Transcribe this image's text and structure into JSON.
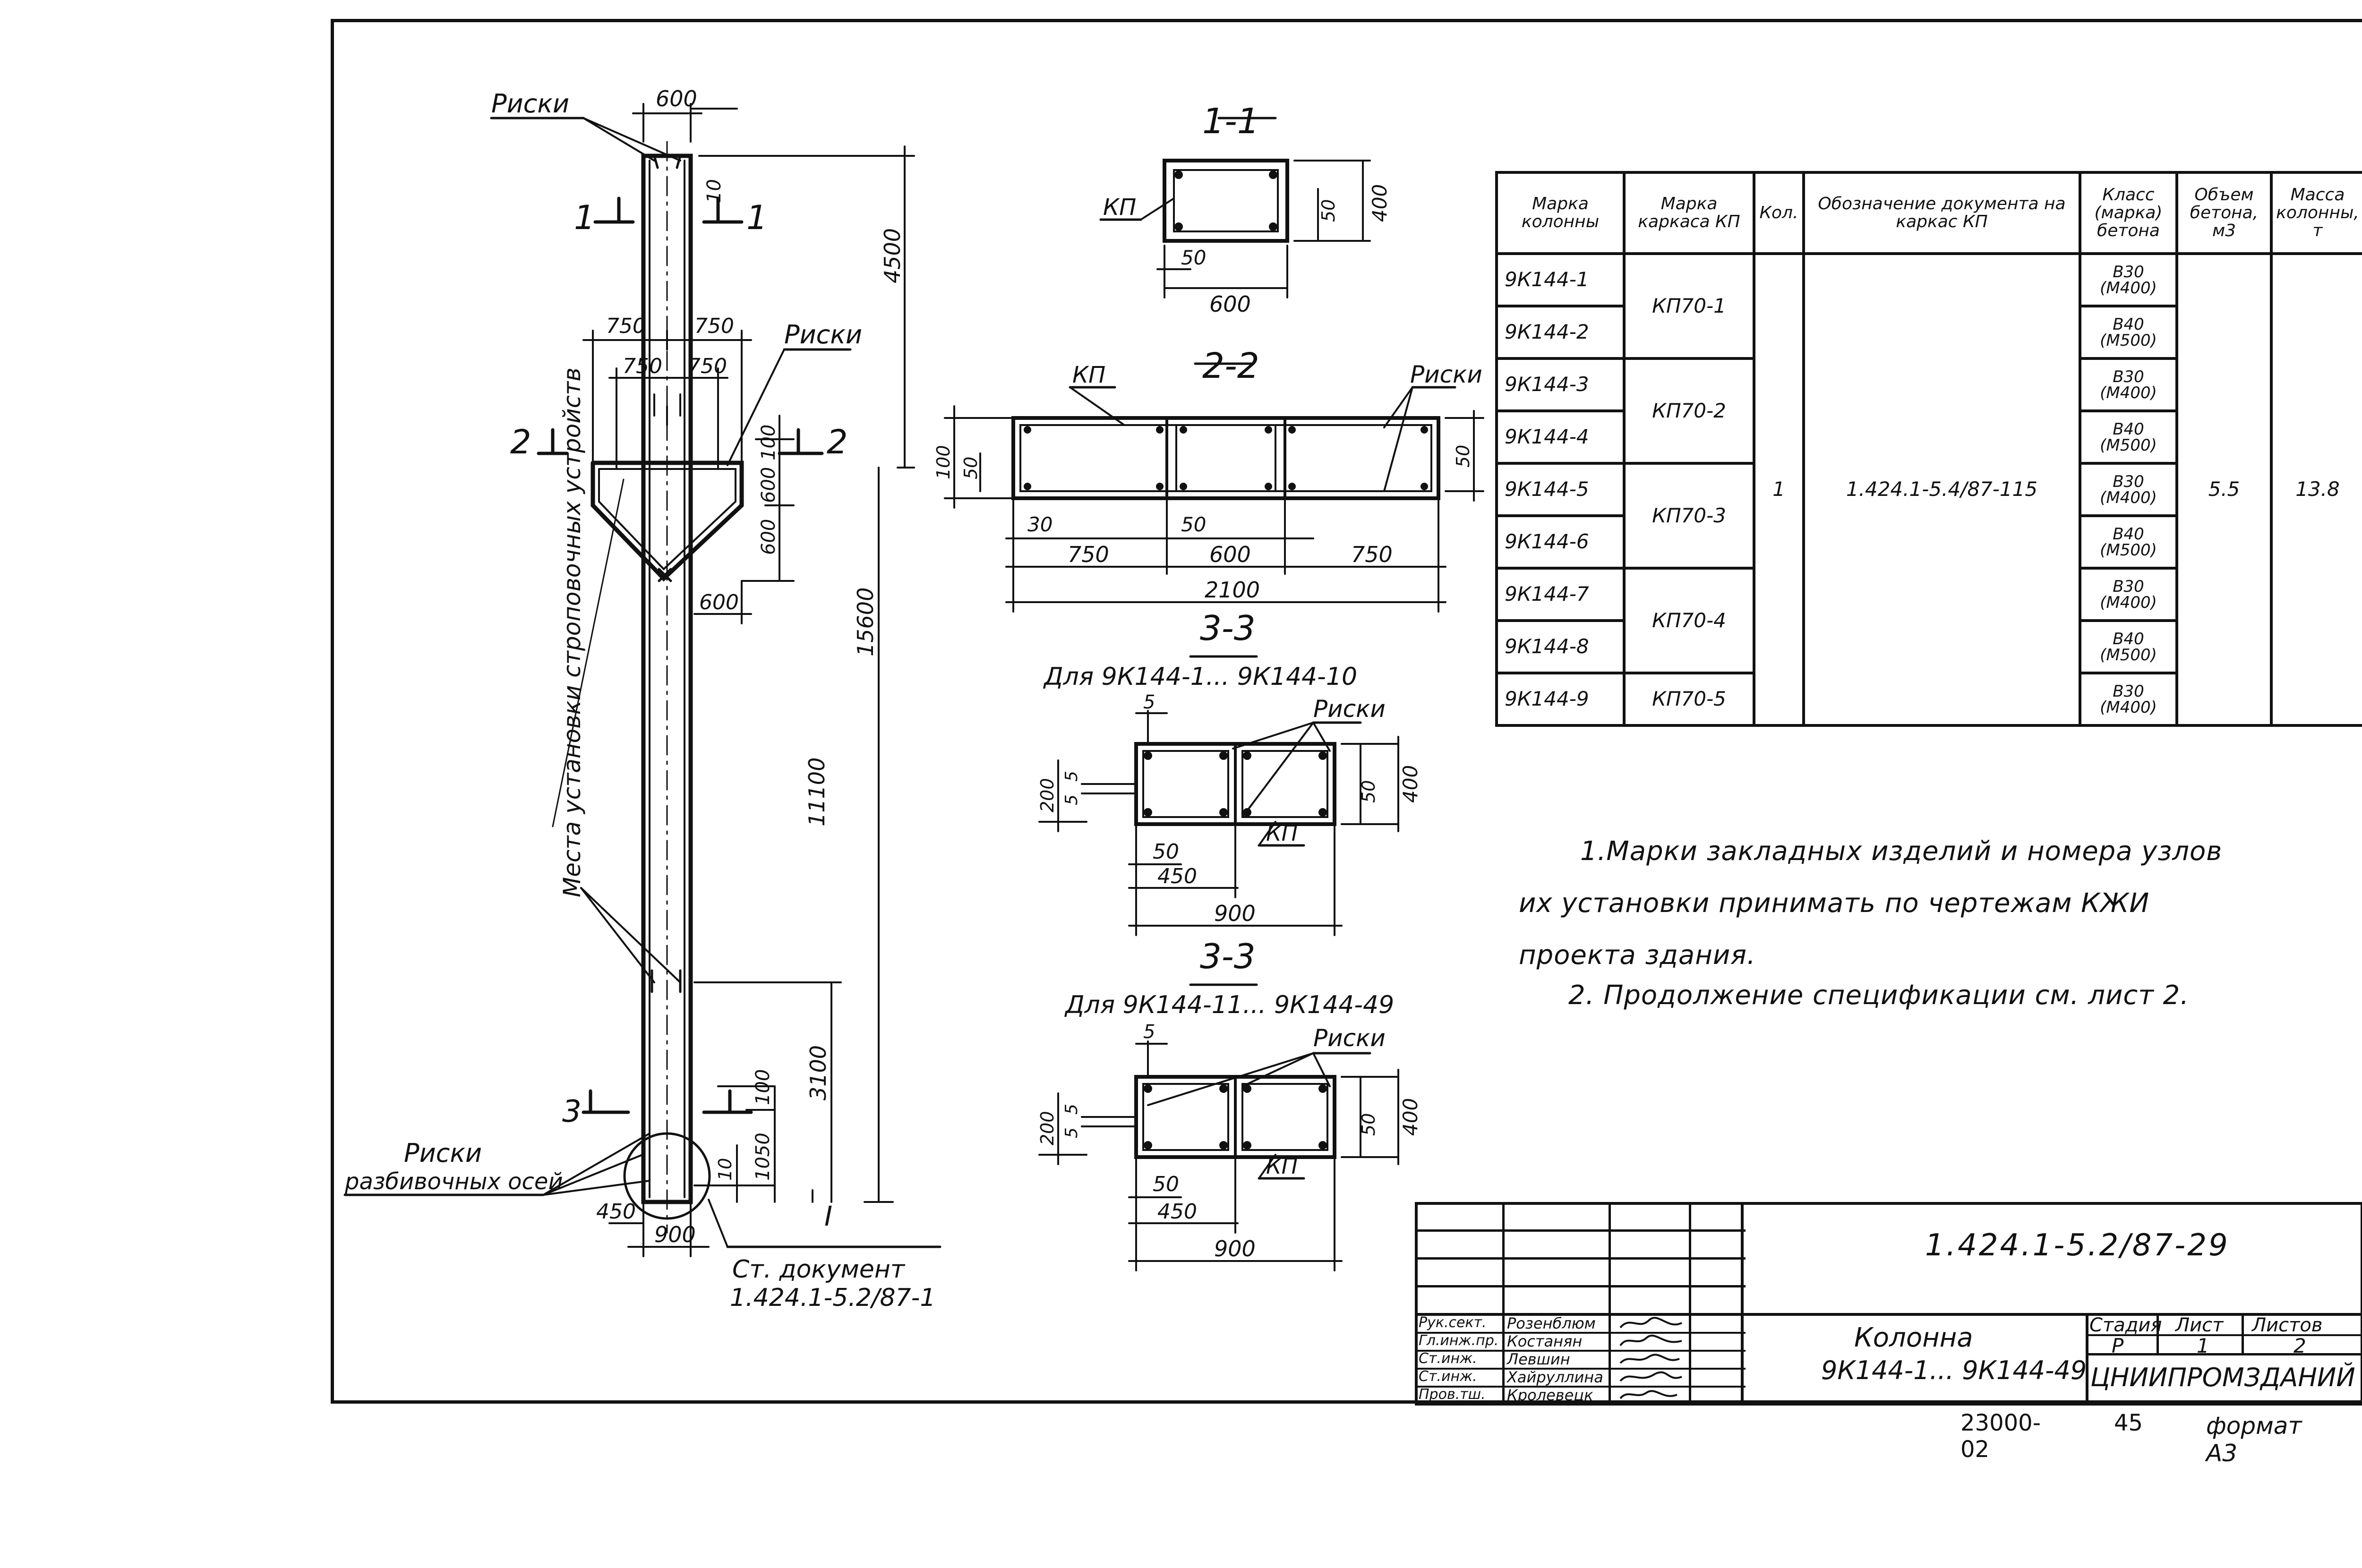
{
  "drawing": {
    "elevation": {
      "labels": {
        "risks_top": "Риски",
        "risks_right": "Риски",
        "risks_axes": "Риски",
        "risks_axes_2": "разбивочных осей",
        "install_places": "Места установки строповочных устройств",
        "doc_ref_1": "Ст. документ",
        "doc_ref_2": "1.424.1-5.2/87-1",
        "roman_one": "I"
      },
      "dims": [
        "600",
        "10",
        "4500",
        "750",
        "750",
        "750",
        "750",
        "100",
        "600",
        "600",
        "600",
        "11100",
        "15600",
        "3100",
        "100",
        "1050",
        "10",
        "450",
        "900"
      ],
      "section_marks": [
        "1",
        "1",
        "2",
        "2",
        "3"
      ]
    },
    "section_1_1": {
      "title": "1-1",
      "kp": "КП",
      "dims": [
        "50",
        "400",
        "50",
        "600"
      ]
    },
    "section_2_2": {
      "title": "2-2",
      "kp": "КП",
      "risks": "Риски",
      "dims": [
        "100",
        "50",
        "50",
        "30",
        "50",
        "750",
        "600",
        "750",
        "2100"
      ]
    },
    "section_3_3_a": {
      "title": "3-3",
      "subtitle": "Для 9К144-1... 9К144-10",
      "risks": "Риски",
      "kp": "КП",
      "dims": [
        "5",
        "5",
        "5",
        "200",
        "50",
        "400",
        "50",
        "450",
        "900"
      ]
    },
    "section_3_3_b": {
      "title": "3-3",
      "subtitle": "Для 9К144-11... 9К144-49",
      "risks": "Риски",
      "kp": "КП",
      "dims": [
        "5",
        "5",
        "5",
        "200",
        "50",
        "400",
        "50",
        "450",
        "900"
      ]
    }
  },
  "spec_table": {
    "headers": [
      "Марка колонны",
      "Марка каркаса КП",
      "Кол.",
      "Обозначение документа на каркас КП",
      "Класс (марка) бетона",
      "Объем бетона, м3",
      "Масса колонны, т"
    ],
    "rows": [
      {
        "mark": "9К144-1",
        "cls": "В30 (М400)"
      },
      {
        "mark": "9К144-2",
        "cls": "В40 (М500)"
      },
      {
        "mark": "9К144-3",
        "cls": "В30 (М400)"
      },
      {
        "mark": "9К144-4",
        "cls": "В40 (М500)"
      },
      {
        "mark": "9К144-5",
        "cls": "В30 (М400)"
      },
      {
        "mark": "9К144-6",
        "cls": "В40 (М500)"
      },
      {
        "mark": "9К144-7",
        "cls": "В30 (М400)"
      },
      {
        "mark": "9К144-8",
        "cls": "В40 (М500)"
      },
      {
        "mark": "9К144-9",
        "cls": "В30 (М400)"
      }
    ],
    "frames": [
      "КП70-1",
      "КП70-2",
      "КП70-3",
      "КП70-4",
      "КП70-5"
    ],
    "qty": "1",
    "document": "1.424.1-5.4/87-115",
    "volume": "5.5",
    "mass": "13.8"
  },
  "notes": {
    "line1": "1.Марки закладных изделий и номера узлов",
    "line2": "их установки принимать по чертежам КЖИ",
    "line3": "проекта здания.",
    "line4": "2. Продолжение спецификации см. лист 2."
  },
  "title_block": {
    "code": "1.424.1-5.2/87-29",
    "name": "Колонна",
    "range": "9К144-1... 9К144-49",
    "stage_header": "Стадия",
    "sheet_header": "Лист",
    "sheets_header": "Листов",
    "stage": "Р",
    "sheet": "1",
    "sheets": "2",
    "org": "ЦНИИПРОМЗДАНИЙ",
    "roles": [
      {
        "role": "Рук.сект.",
        "name": "Розенблюм"
      },
      {
        "role": "Гл.инж.пр.",
        "name": "Костанян"
      },
      {
        "role": "Ст.инж.",
        "name": "Левшин"
      },
      {
        "role": "Ст.инж.",
        "name": "Хайруллина"
      },
      {
        "role": "Пров.тш.",
        "name": "Кролевецк"
      }
    ]
  },
  "footer": {
    "number": "23000-02",
    "page": "45",
    "format": "формат А3"
  }
}
